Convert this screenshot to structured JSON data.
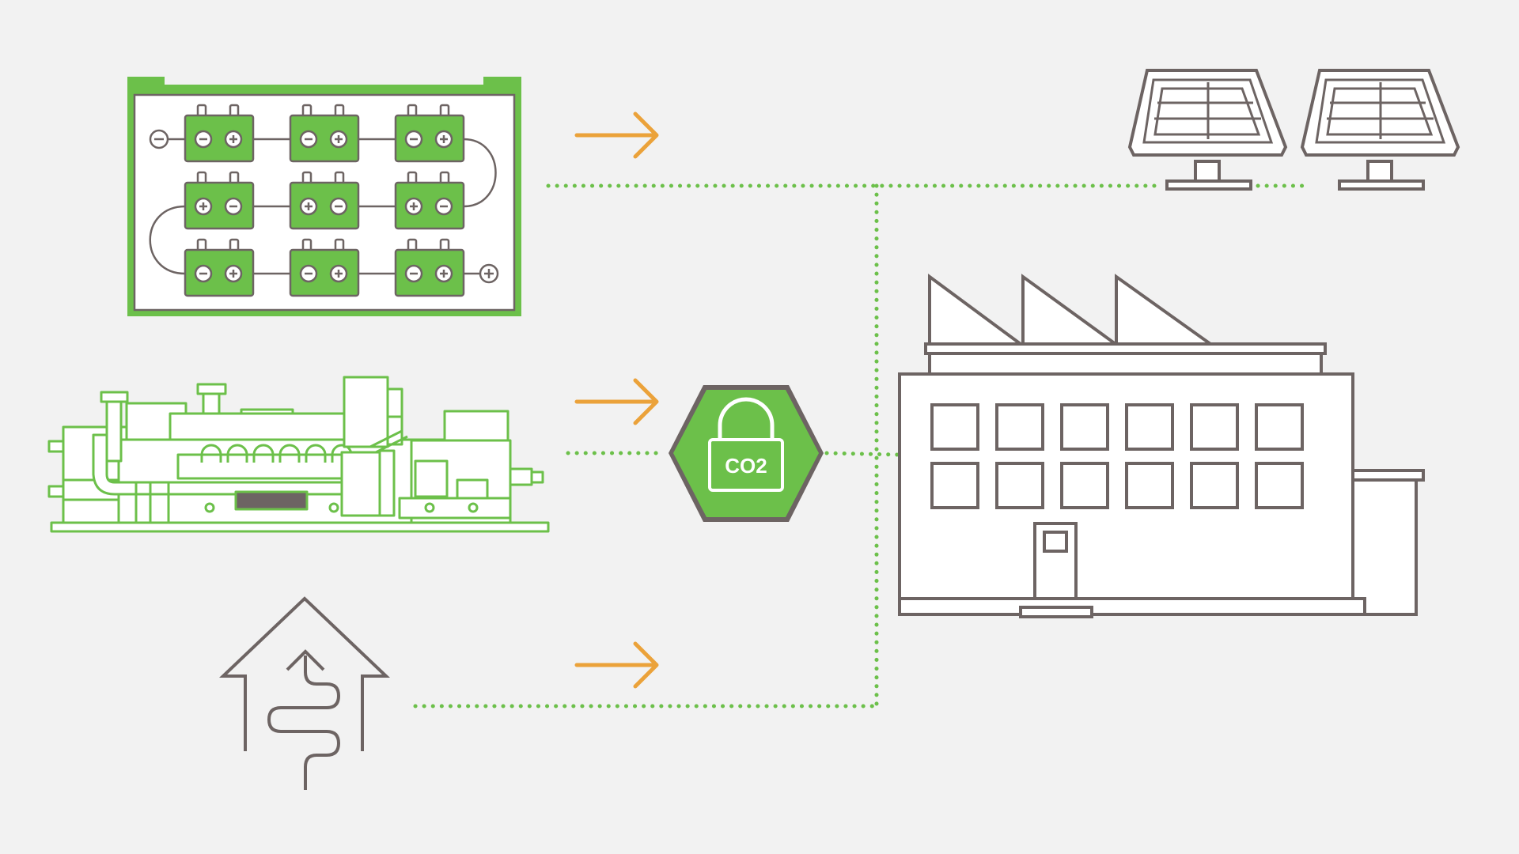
{
  "colors": {
    "background": "#f2f2f2",
    "green": "#6cc04a",
    "gray": "#6d6463",
    "orange": "#eba23a",
    "white": "#ffffff",
    "display": "#6d6463"
  },
  "co2_lock": {
    "label": "CO2"
  },
  "battery_pack": {
    "cells_per_row": 3,
    "rows": 3
  },
  "factory": {
    "roof_teeth": 3,
    "window_rows": 2,
    "window_cols": 6
  },
  "solar_panels": {
    "count": 2
  },
  "icons": [
    "battery-pack-icon",
    "generator-icon",
    "heat-pump-house-icon",
    "co2-lock-icon",
    "factory-icon",
    "solar-panel-icon",
    "arrow-right-icon"
  ]
}
